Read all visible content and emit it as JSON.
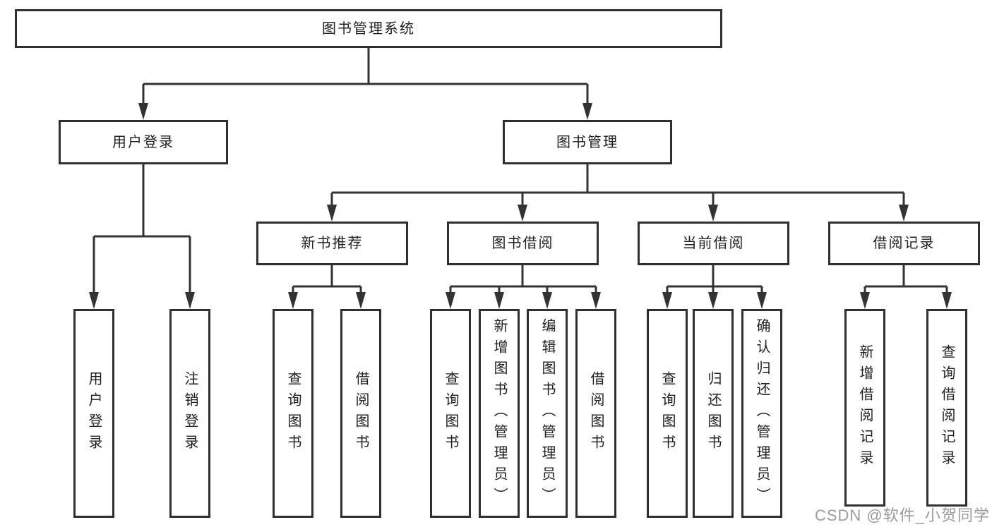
{
  "diagram": {
    "title": "图书管理系统",
    "colors": {
      "line": "#333333",
      "box_border": "#2f2f2f",
      "text": "#1f1f1f",
      "watermark": "#9b9b9b",
      "background": "#ffffff"
    },
    "root": {
      "label": "图书管理系统"
    },
    "level2": [
      {
        "label": "用户登录"
      },
      {
        "label": "图书管理"
      }
    ],
    "level3": [
      {
        "label": "新书推荐"
      },
      {
        "label": "图书借阅"
      },
      {
        "label": "当前借阅"
      },
      {
        "label": "借阅记录"
      }
    ],
    "leaves": {
      "user_login": [
        {
          "label": "用户登录"
        },
        {
          "label": "注销登录"
        }
      ],
      "new_book": [
        {
          "label": "查询图书"
        },
        {
          "label": "借阅图书"
        }
      ],
      "book_borrow": [
        {
          "label": "查询图书"
        },
        {
          "label": "新增图书（管理员）"
        },
        {
          "label": "编辑图书（管理员）"
        },
        {
          "label": "借阅图书"
        }
      ],
      "current_borrow": [
        {
          "label": "查询图书"
        },
        {
          "label": "归还图书"
        },
        {
          "label": "确认归还（管理员）"
        }
      ],
      "borrow_record": [
        {
          "label": "新增借阅记录"
        },
        {
          "label": "查询借阅记录"
        }
      ]
    },
    "watermark": "CSDN @软件_小贺同学"
  }
}
